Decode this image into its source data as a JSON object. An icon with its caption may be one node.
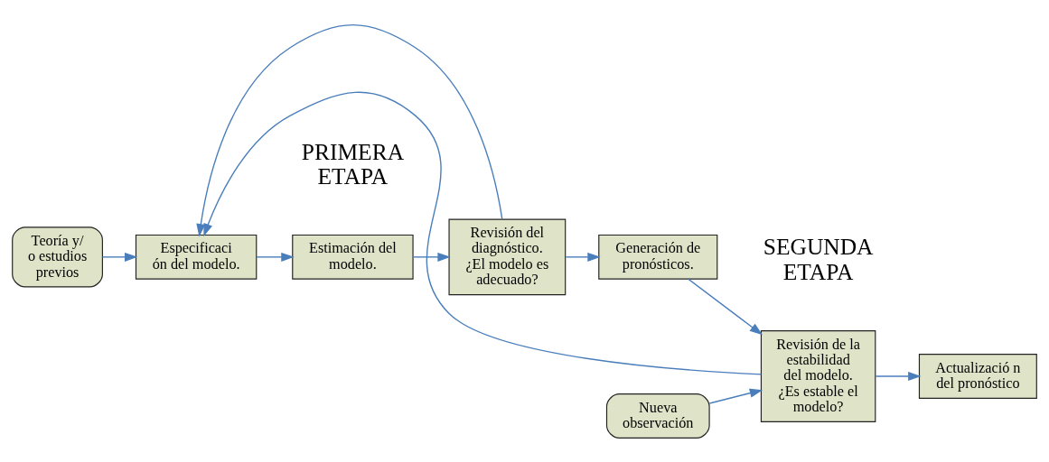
{
  "diagram": {
    "nodes": [
      {
        "text": [
          "Teoría y/ o estudios previos"
        ]
      },
      {
        "text": [
          "Especificaci ón del modelo."
        ]
      },
      {
        "text": [
          "Estimación del modelo."
        ]
      },
      {
        "text": [
          "Revisión del diagnóstico. ¿El modelo es adecuado?"
        ]
      },
      {
        "text": [
          "Generación de pronósticos."
        ]
      },
      {
        "text": [
          "Nueva observación"
        ]
      },
      {
        "text": [
          "Revisión de la estabilidad del modelo. ¿Es estable el modelo?"
        ]
      },
      {
        "text": [
          "Actualizació n del pronóstico"
        ]
      }
    ],
    "edges": [
      {
        "from": 0,
        "to": 1,
        "arrow": "to"
      },
      {
        "from": 6,
        "to": 1,
        "arrow": "to"
      },
      {
        "from": 3,
        "to": 1,
        "arrow": "to"
      },
      {
        "from": 1,
        "to": 2,
        "arrow": "to"
      },
      {
        "from": 2,
        "to": 3,
        "arrow": "to"
      },
      {
        "from": 3,
        "to": 4,
        "arrow": "to"
      },
      {
        "from": 4,
        "to": 6,
        "arrow": "to"
      },
      {
        "from": 5,
        "to": 6,
        "arrow": "to"
      },
      {
        "from": 6,
        "to": 7,
        "arrow": "to"
      }
    ],
    "labels": [
      "PRIMERA ETAPA",
      "SEGUNDA ETAPA"
    ]
  }
}
